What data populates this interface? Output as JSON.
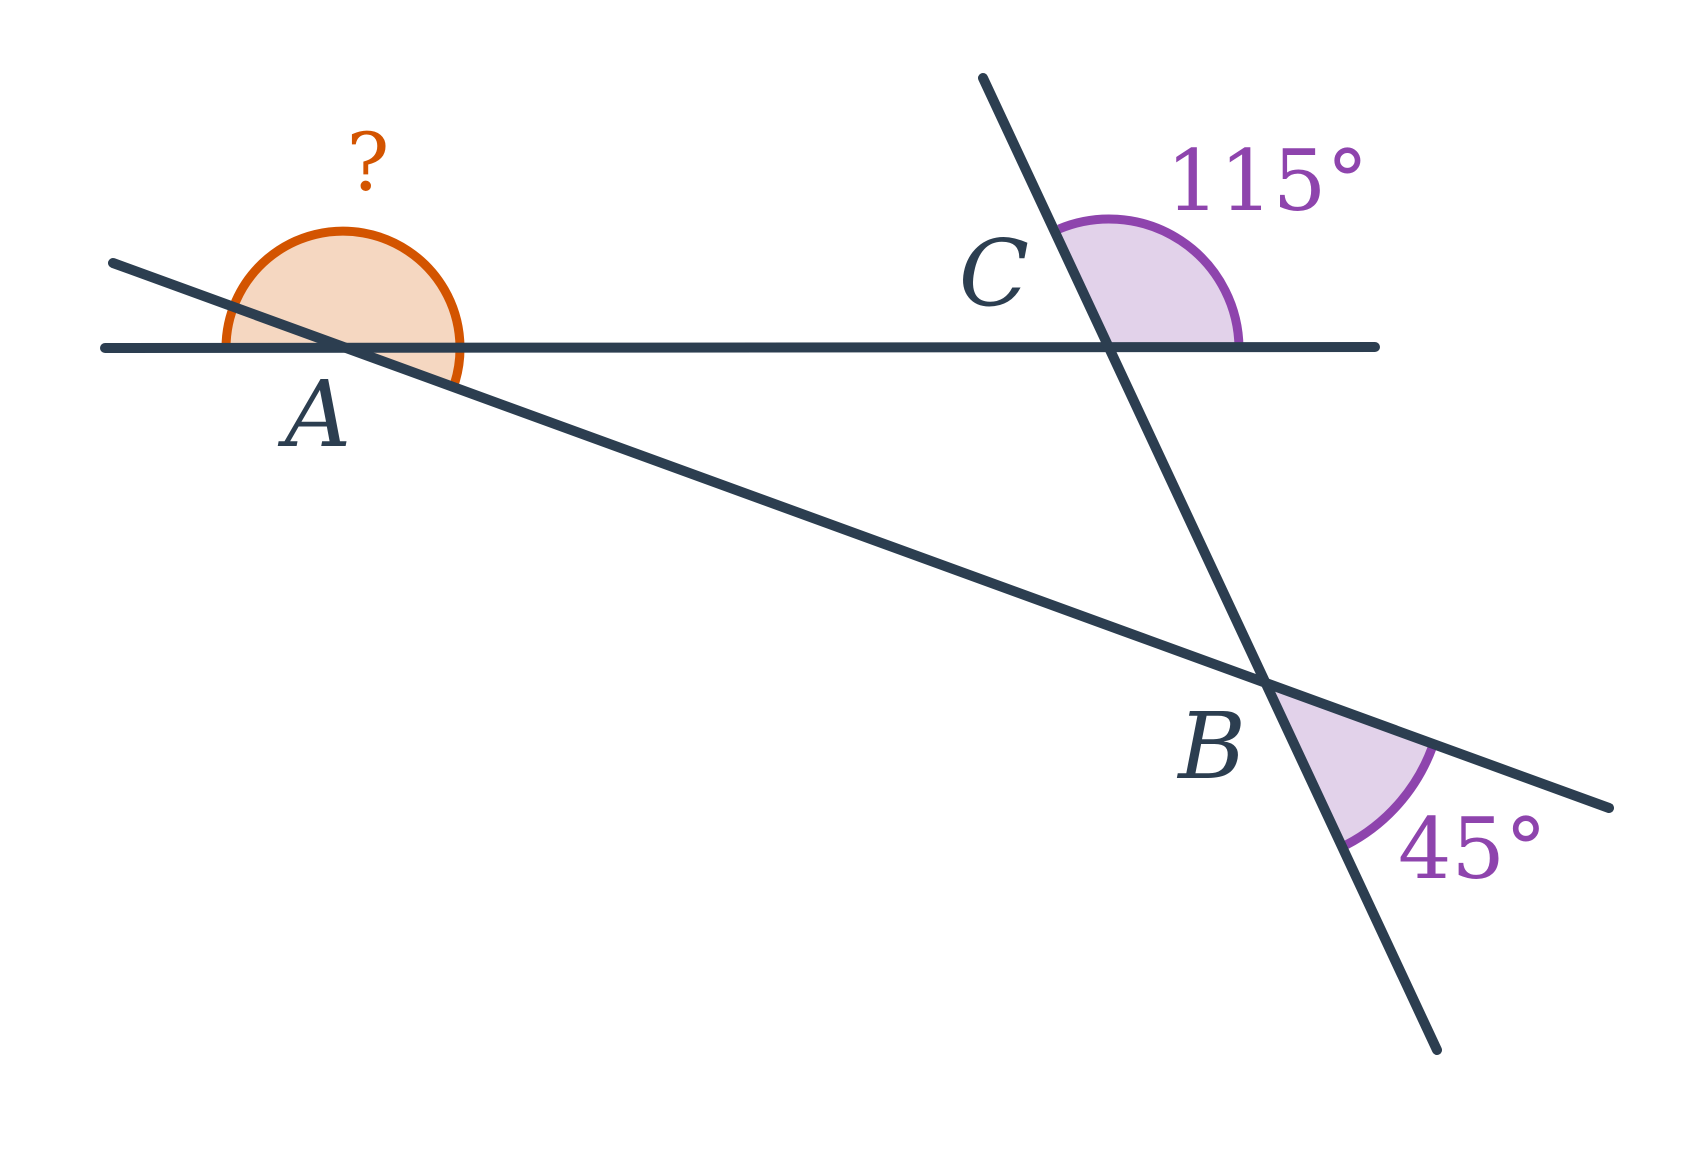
{
  "colors": {
    "line": "#2c3e50",
    "unknown_angle_fill": "#f5d7c1",
    "unknown_angle_stroke": "#d35400",
    "known_angle_fill": "#e2d2ea",
    "known_angle_stroke": "#8e44ad"
  },
  "points": {
    "a": "A",
    "b": "B",
    "c": "C"
  },
  "angles": {
    "unknown": "?",
    "at_c": "115°",
    "at_b": "45°"
  }
}
